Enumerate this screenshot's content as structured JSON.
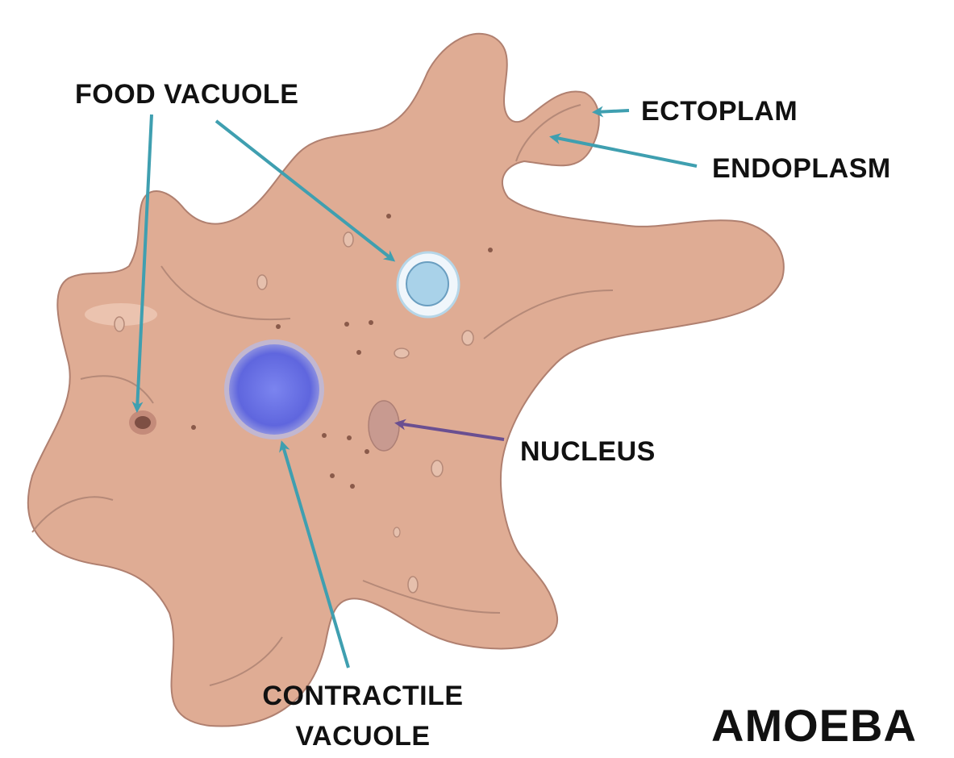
{
  "diagram": {
    "title": "AMOEBA",
    "labels": {
      "food_vacuole": "FOOD VACUOLE",
      "ectoplasm": "ECTOPLAM",
      "endoplasm": "ENDOPLASM",
      "nucleus": "NUCLEUS",
      "contractile_vacuole_line1": "CONTRACTILE",
      "contractile_vacuole_line2": "VACUOLE"
    },
    "colors": {
      "cytoplasm": "#dfac94",
      "outline": "#9c7565",
      "arrow": "#3f9fb0",
      "nucleus_arrow": "#6a4f91",
      "contractile_vacuole": "#6f76e6",
      "food_vacuole": "#a9d2e9",
      "nucleus": "#c89a90"
    }
  }
}
